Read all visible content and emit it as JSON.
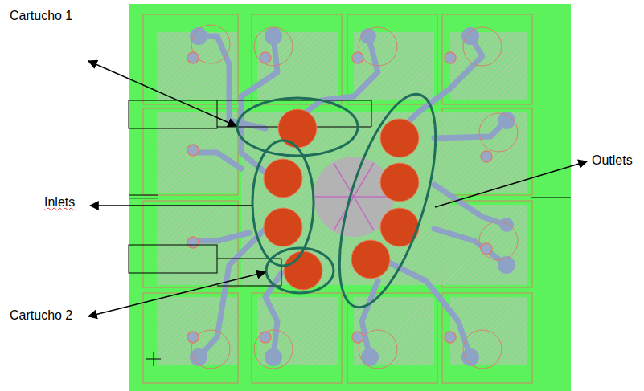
{
  "diagram": {
    "labels": [
      "Cartucho 1",
      "Inlets",
      "Outlets",
      "Cartucho 2"
    ]
  }
}
